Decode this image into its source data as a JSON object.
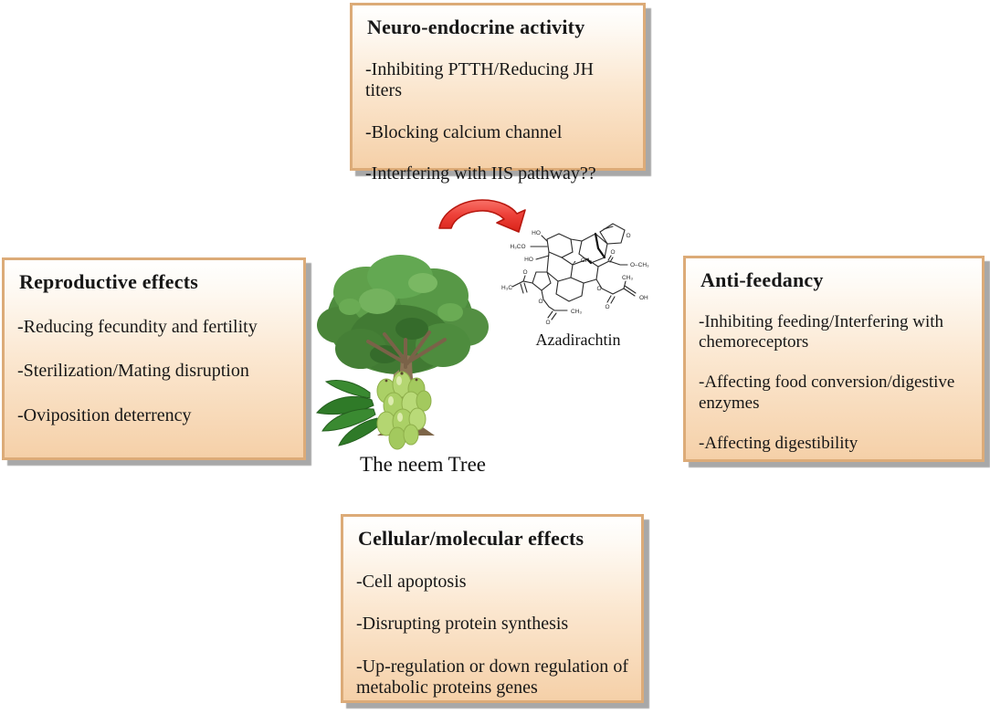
{
  "boxes": {
    "top": {
      "title": "Neuro-endocrine activity",
      "items": [
        "-Inhibiting PTTH/Reducing JH titers",
        "-Blocking calcium channel",
        "-Interfering with IIS pathway??"
      ]
    },
    "left": {
      "title": "Reproductive effects",
      "items": [
        "-Reducing fecundity and fertility",
        "-Sterilization/Mating disruption",
        "-Oviposition deterrency"
      ]
    },
    "right": {
      "title": "Anti-feedancy",
      "items": [
        "-Inhibiting feeding/Interfering with chemoreceptors",
        "-Affecting food conversion/digestive enzymes",
        "-Affecting digestibility"
      ]
    },
    "bottom": {
      "title": "Cellular/molecular effects",
      "items": [
        "-Cell apoptosis",
        "-Disrupting protein synthesis",
        "-Up-regulation or down regulation of metabolic proteins genes"
      ]
    }
  },
  "center": {
    "tree_caption": "The neem Tree",
    "molecule_label": "Azadirachtin",
    "molecule_atoms": [
      "HO",
      "H₃CO",
      "HO",
      "CH₃",
      "O",
      "O",
      "O–CH₃",
      "O",
      "O",
      "CH₃",
      "OH",
      "H₃C",
      "O",
      "O",
      "O",
      "CH₃"
    ]
  },
  "colors": {
    "box_border": "#dcab78",
    "box_fill_bottom": "#f5d0a8",
    "box_shadow": "#a8a8a8",
    "arrow_red": "#e9362c",
    "arrow_outline": "#b7180f",
    "tree_green": "#4e8c3e",
    "trunk_brown": "#8b7355",
    "fruit_green": "#abd066",
    "leaf_dark_green": "#2f7a28"
  }
}
